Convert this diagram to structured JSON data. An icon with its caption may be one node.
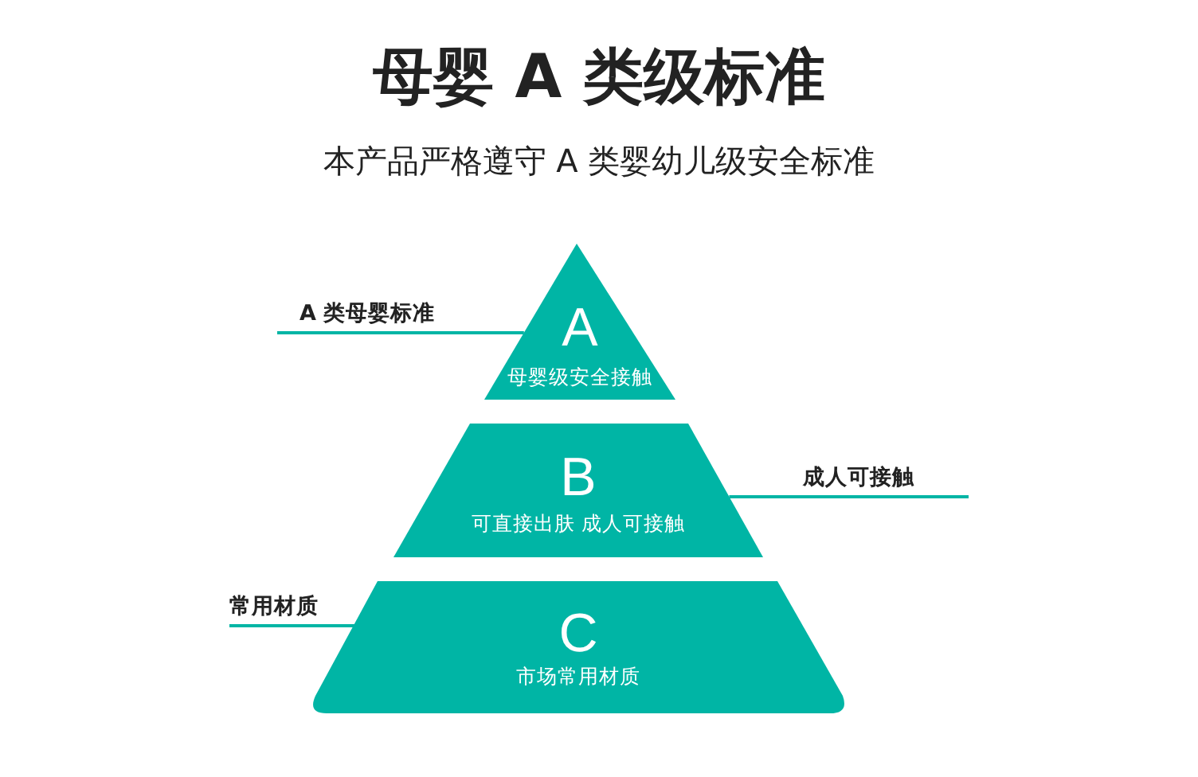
{
  "diagram": {
    "title": "母婴 A 类级标准",
    "caption": "本产品严格遵守 A 类婴幼儿级安全标准",
    "nodes": [
      {
        "text": [
          "A",
          "母婴级安全接触"
        ]
      },
      {
        "text": [
          "B",
          "可直接出肤 成人可接触"
        ]
      },
      {
        "text": [
          "C",
          "市场常用材质"
        ]
      },
      {
        "text": [
          "A 类母婴标准"
        ]
      },
      {
        "text": [
          "成人可接触"
        ]
      },
      {
        "text": [
          "常用材质"
        ]
      }
    ],
    "edges": [
      {
        "from": 3,
        "to": 0,
        "arrow": "none"
      },
      {
        "from": 4,
        "to": 1,
        "arrow": "none"
      },
      {
        "from": 5,
        "to": 2,
        "arrow": "none"
      }
    ]
  }
}
